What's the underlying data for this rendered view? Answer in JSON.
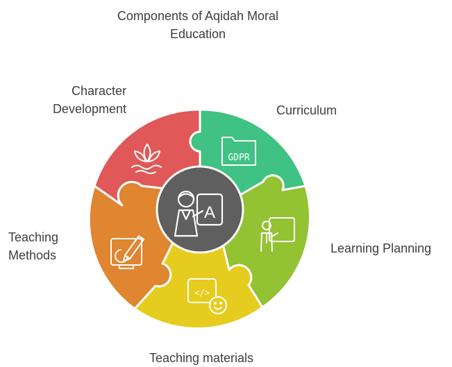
{
  "title": "Components of Aqidah Moral\nEducation",
  "segments": [
    {
      "label": "Character\nDevelopment",
      "color": "#e05858",
      "icon": "lotus-icon"
    },
    {
      "label": "Curriculum",
      "color": "#3fc283",
      "icon": "gdpr-folder-icon",
      "icon_text": "GDPR"
    },
    {
      "label": "Learning Planning",
      "color": "#93c233",
      "icon": "teacher-board-icon"
    },
    {
      "label": "Teaching materials",
      "color": "#e6cc1e",
      "icon": "code-document-icon",
      "icon_text": "</>"
    },
    {
      "label": "Teaching\nMethods",
      "color": "#e08530",
      "icon": "drawing-tablet-icon"
    }
  ],
  "center": {
    "color": "#5f5f5f",
    "icon": "teacher-icon",
    "icon_text": "A"
  }
}
